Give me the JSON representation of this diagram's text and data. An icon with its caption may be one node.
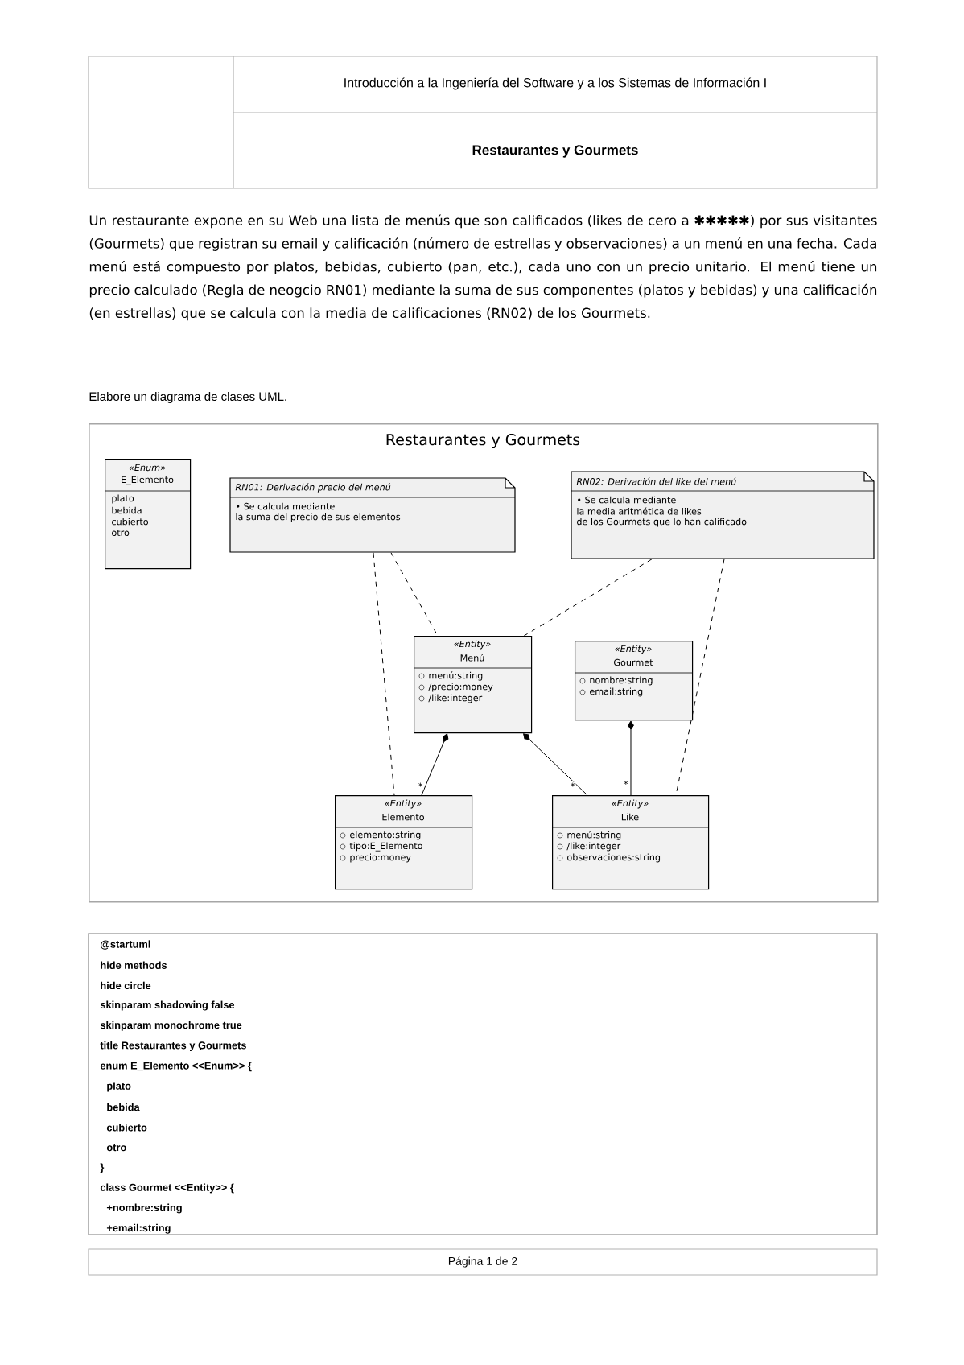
{
  "diagram": {
    "nodes": [
      {
        "text": [
          "Restaurantes y Gourmets"
        ]
      },
      {
        "text": [
          "«Enum»",
          "E_Elemento",
          "plato",
          "bebida",
          "cubierto",
          "otro"
        ],
        "in": 0
      },
      {
        "text": [
          "RN01: Derivación precio del menú",
          "• Se calcula mediante",
          "la suma del precio de sus elementos"
        ],
        "in": 0
      },
      {
        "text": [
          "RN02: Derivación del like del menú",
          "• Se calcula mediante",
          "la media aritmética de likes",
          "de los Gourmets que lo han calificado"
        ],
        "in": 0
      },
      {
        "text": [
          "«Entity»",
          "Menú",
          "menú:string",
          "/precio:money",
          "/like:integer"
        ],
        "in": 0
      },
      {
        "text": [
          "«Entity»",
          "Gourmet",
          "nombre:string",
          "email:string"
        ],
        "in": 0
      },
      {
        "text": [
          "«Entity»",
          "Elemento",
          "elemento:string",
          "tipo:E_Elemento",
          "precio:money"
        ],
        "in": 0
      },
      {
        "text": [
          "«Entity»",
          "Like",
          "menú:string",
          "/like:integer",
          "observaciones:string"
        ],
        "in": 0
      }
    ],
    "edges": [
      {
        "from": 2,
        "to": 6,
        "arrow": "none",
        "style": "dashed"
      },
      {
        "from": 2,
        "to": 4,
        "arrow": "none",
        "style": "dashed"
      },
      {
        "from": 3,
        "to": 4,
        "arrow": "none",
        "style": "dashed"
      },
      {
        "from": 3,
        "to": 7,
        "arrow": "none",
        "style": "dashed"
      },
      {
        "from": 4,
        "to": 6,
        "arrow": "other",
        "label": "*"
      },
      {
        "from": 4,
        "to": 7,
        "arrow": "other",
        "label": "*"
      },
      {
        "from": 5,
        "to": 7,
        "arrow": "other",
        "label": "*"
      }
    ],
    "labels": [
      "Introducción a la Ingeniería del Software y a los Sistemas de Información I",
      "Restaurantes y Gourmets",
      "Un restaurante expone en su Web una lista de menús que son calificados (likes de cero a ✱✱✱✱✱) por sus visitantes (Gourmets) que registran su email y calificación (número de estrellas y observaciones) a un menú en una fecha. Cada menú está compuesto por platos, bebidas, cubierto (pan, etc.), cada uno con un precio unitario. El menú tiene un precio calculado (Regla de neogcio RN01) mediante la suma de sus componentes (platos y bebidas) y una calificación (en estrellas) que se calcula con la media de calificaciones (RN02) de los Gourmets.",
      "Elabore un diagrama de clases UML.",
      "@startuml",
      "hide methods",
      "hide circle",
      "skinparam shadowing false",
      "skinparam monochrome true",
      "title Restaurantes y Gourmets",
      "enum E_Elemento <<Enum>> {",
      "plato",
      "bebida",
      "cubierto",
      "otro",
      "}",
      "class Gourmet <<Entity>> {",
      "+nombre:string",
      "+email:string",
      "Página 1 de 2"
    ]
  }
}
